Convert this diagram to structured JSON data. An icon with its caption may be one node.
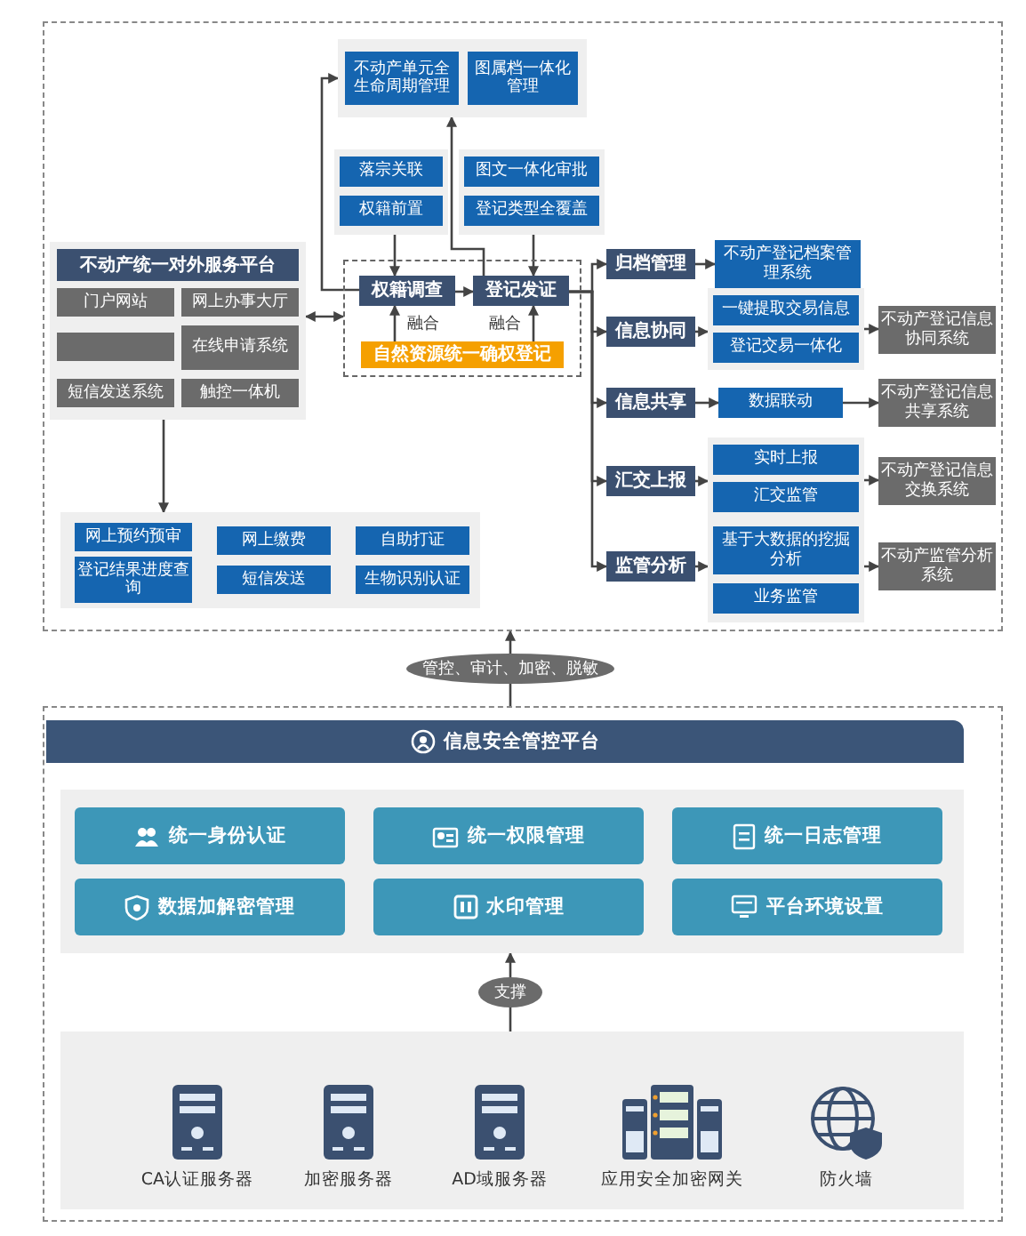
{
  "diagram": {
    "nodes": [
      {
        "text": [],
        "shape": "box"
      },
      {
        "text": [],
        "shape": "box",
        "in": 0
      },
      {
        "text": [
          "不动产单元全生命周期管理"
        ],
        "in": 1
      },
      {
        "text": [
          "图属档一体化管理"
        ],
        "in": 1
      },
      {
        "text": [],
        "shape": "box",
        "in": 0
      },
      {
        "text": [
          "落宗关联"
        ],
        "in": 4
      },
      {
        "text": [
          "权籍前置"
        ],
        "in": 4
      },
      {
        "text": [],
        "shape": "box",
        "in": 0
      },
      {
        "text": [
          "图文一体化审批"
        ],
        "in": 7
      },
      {
        "text": [
          "登记类型全覆盖"
        ],
        "in": 7
      },
      {
        "text": [],
        "shape": "box",
        "in": 0
      },
      {
        "text": [
          "权籍调查"
        ],
        "in": 10
      },
      {
        "text": [
          "登记发证"
        ],
        "in": 10
      },
      {
        "text": [
          "自然资源统一确权登记"
        ],
        "in": 10
      },
      {
        "text": [
          "不动产统一对外服务平台"
        ],
        "in": 0
      },
      {
        "text": [
          "门户网站"
        ],
        "in": 14
      },
      {
        "text": [
          "网上办事大厅"
        ],
        "in": 14
      },
      {
        "text": [],
        "shape": "box",
        "in": 14
      },
      {
        "text": [
          "在线申请系统"
        ],
        "in": 14
      },
      {
        "text": [
          "短信发送系统"
        ],
        "in": 14
      },
      {
        "text": [
          "触控一体机"
        ],
        "in": 14
      },
      {
        "text": [],
        "shape": "box",
        "in": 0
      },
      {
        "text": [
          "网上预约预审"
        ],
        "in": 21
      },
      {
        "text": [
          "登记结果进度查询"
        ],
        "in": 21
      },
      {
        "text": [
          "网上缴费"
        ],
        "in": 21
      },
      {
        "text": [
          "短信发送"
        ],
        "in": 21
      },
      {
        "text": [
          "自助打证"
        ],
        "in": 21
      },
      {
        "text": [
          "生物识别认证"
        ],
        "in": 21
      },
      {
        "text": [
          "归档管理"
        ],
        "in": 0
      },
      {
        "text": [
          "不动产登记档案管理系统"
        ],
        "in": 0
      },
      {
        "text": [
          "信息协同"
        ],
        "in": 0
      },
      {
        "text": [],
        "shape": "box",
        "in": 0
      },
      {
        "text": [
          "一键提取交易信息"
        ],
        "in": 31
      },
      {
        "text": [
          "登记交易一体化"
        ],
        "in": 31
      },
      {
        "text": [
          "不动产登记信息协同系统"
        ],
        "in": 0
      },
      {
        "text": [
          "信息共享"
        ],
        "in": 0
      },
      {
        "text": [
          "数据联动"
        ],
        "in": 0
      },
      {
        "text": [
          "不动产登记信息共享系统"
        ],
        "in": 0
      },
      {
        "text": [
          "汇交上报"
        ],
        "in": 0
      },
      {
        "text": [],
        "shape": "box",
        "in": 0
      },
      {
        "text": [
          "实时上报"
        ],
        "in": 39
      },
      {
        "text": [
          "汇交监管"
        ],
        "in": 39
      },
      {
        "text": [
          "不动产登记信息交换系统"
        ],
        "in": 0
      },
      {
        "text": [
          "监管分析"
        ],
        "in": 0
      },
      {
        "text": [],
        "shape": "box",
        "in": 0
      },
      {
        "text": [
          "基于大数据的挖掘分析"
        ],
        "in": 44
      },
      {
        "text": [
          "业务监管"
        ],
        "in": 44
      },
      {
        "text": [
          "不动产监管分析系统"
        ],
        "in": 0
      },
      {
        "text": [],
        "shape": "box"
      },
      {
        "text": [
          "信息安全管控平台"
        ],
        "in": 48
      },
      {
        "text": [],
        "shape": "box",
        "in": 48
      },
      {
        "text": [
          "统一身份认证"
        ],
        "in": 50
      },
      {
        "text": [
          "统一权限管理"
        ],
        "in": 50
      },
      {
        "text": [
          "统一日志管理"
        ],
        "in": 50
      },
      {
        "text": [
          "数据加解密管理"
        ],
        "in": 50
      },
      {
        "text": [
          "水印管理"
        ],
        "in": 50
      },
      {
        "text": [
          "平台环境设置"
        ],
        "in": 50
      },
      {
        "text": [],
        "shape": "box",
        "in": 48
      },
      {
        "text": [
          "CA认证服务器"
        ],
        "in": 57
      },
      {
        "text": [
          "加密服务器"
        ],
        "in": 57
      },
      {
        "text": [
          "AD域服务器"
        ],
        "in": 57
      },
      {
        "text": [
          "应用安全加密网关"
        ],
        "in": 57
      },
      {
        "text": [
          "防火墙"
        ],
        "in": 57
      }
    ],
    "edges": [
      {
        "from": 11,
        "to": 1,
        "arrow": "to"
      },
      {
        "from": 12,
        "to": 1,
        "arrow": "to"
      },
      {
        "from": 4,
        "to": 11,
        "arrow": "to"
      },
      {
        "from": 7,
        "to": 12,
        "arrow": "to"
      },
      {
        "from": 11,
        "to": 12,
        "arrow": "to"
      },
      {
        "from": 13,
        "to": 11,
        "arrow": "to",
        "label": "融合"
      },
      {
        "from": 13,
        "to": 12,
        "arrow": "to",
        "label": "融合"
      },
      {
        "from": 14,
        "to": 10,
        "arrow": "both"
      },
      {
        "from": 14,
        "to": 21,
        "arrow": "to"
      },
      {
        "from": 12,
        "to": 28,
        "arrow": "to"
      },
      {
        "from": 12,
        "to": 30,
        "arrow": "to"
      },
      {
        "from": 12,
        "to": 35,
        "arrow": "to"
      },
      {
        "from": 12,
        "to": 38,
        "arrow": "to"
      },
      {
        "from": 12,
        "to": 43,
        "arrow": "to"
      },
      {
        "from": 28,
        "to": 29,
        "arrow": "to"
      },
      {
        "from": 30,
        "to": 31,
        "arrow": "to"
      },
      {
        "from": 31,
        "to": 34,
        "arrow": "to"
      },
      {
        "from": 35,
        "to": 36,
        "arrow": "to"
      },
      {
        "from": 36,
        "to": 37,
        "arrow": "to"
      },
      {
        "from": 38,
        "to": 39,
        "arrow": "to"
      },
      {
        "from": 39,
        "to": 42,
        "arrow": "to"
      },
      {
        "from": 43,
        "to": 44,
        "arrow": "to"
      },
      {
        "from": 44,
        "to": 47,
        "arrow": "to"
      },
      {
        "from": 57,
        "to": 50,
        "arrow": "to",
        "label": "支撑"
      },
      {
        "from": 48,
        "to": 0,
        "arrow": "to",
        "label": "管控、审计、加密、脱敏"
      }
    ]
  }
}
